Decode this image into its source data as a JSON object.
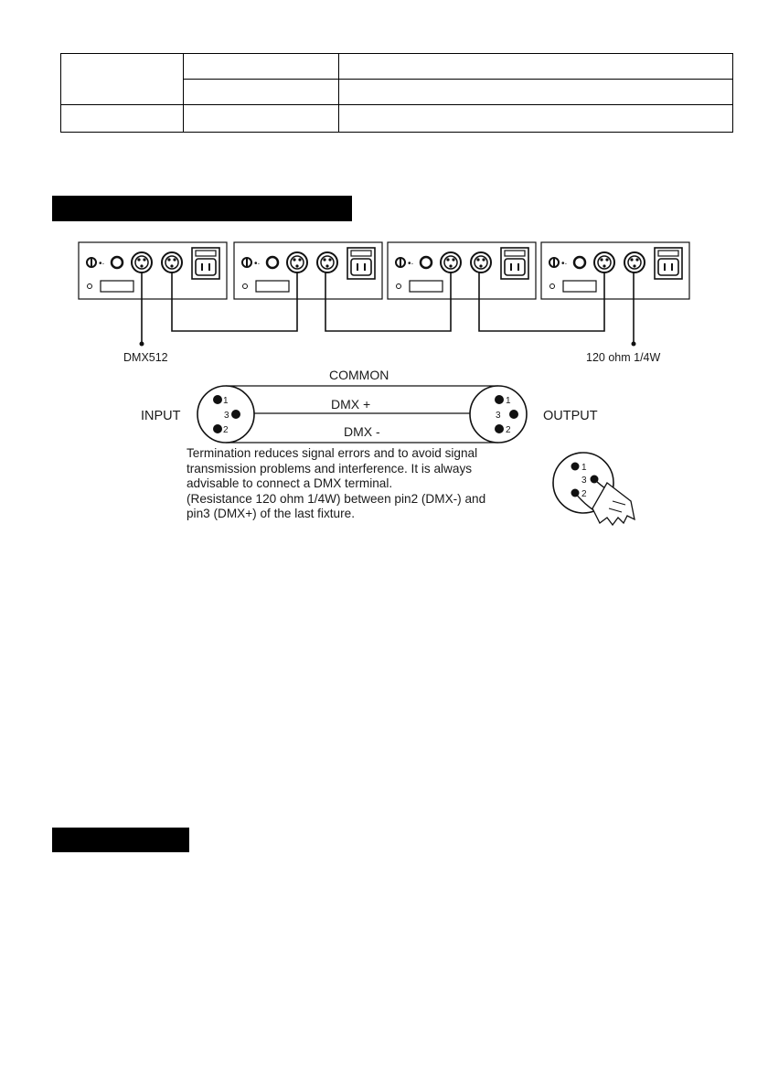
{
  "table": {
    "rows": [
      [
        "",
        "",
        ""
      ],
      [
        "",
        ""
      ],
      [
        "",
        "",
        ""
      ]
    ]
  },
  "diagram": {
    "fixture_count": 4,
    "dmx_input_label": "DMX512",
    "terminator_label": "120 ohm 1/4W",
    "cable": {
      "common_label": "COMMON",
      "dmx_plus_label": "DMX +",
      "dmx_minus_label": "DMX -",
      "input_label": "INPUT",
      "output_label": "OUTPUT",
      "pins": [
        "1",
        "3",
        "2"
      ]
    },
    "note_lines": [
      "Termination reduces signal errors and to avoid signal",
      "transmission problems and interference. It is always",
      "advisable to connect a DMX terminal.",
      "(Resistance 120 ohm 1/4W) between pin2 (DMX-) and",
      "pin3 (DMX+) of the last fixture."
    ]
  }
}
